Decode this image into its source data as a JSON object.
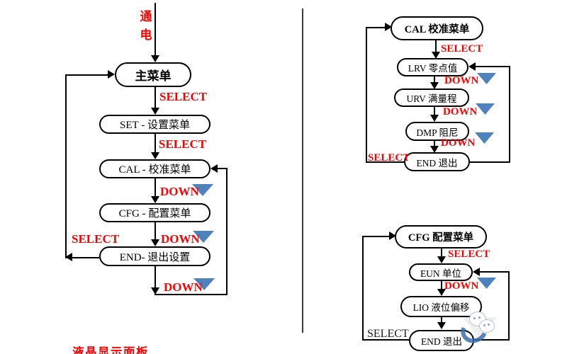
{
  "colors": {
    "accent_red": "#ff0000",
    "line_black": "#000000",
    "triangle_blue": "#4f81bd",
    "divider_gray": "#3b3b3b",
    "select_dark": "#1c1c28"
  },
  "left_chart": {
    "power_on_label": "通电",
    "nodes": {
      "main": "主菜单",
      "set": "SET - 设置菜单",
      "cal": "CAL - 校准菜单",
      "cfg": "CFG - 配置菜单",
      "end": "END- 退出设置"
    },
    "labels": {
      "select_to_set": "SELECT",
      "select_to_cal": "SELECT",
      "down_to_cfg": "DOWN",
      "select_back_to_main": "SELECT",
      "down_to_end": "DOWN",
      "down_after_end": "DOWN"
    }
  },
  "cal_chart": {
    "nodes": {
      "title": "CAL  校准菜单",
      "lrv": "LRV 零点值",
      "urv": "URV 满量程",
      "dmp": "DMP 阻尼",
      "end": "END 退出"
    },
    "labels": {
      "select_enter": "SELECT",
      "down_after_lrv": "DOWN",
      "down_after_urv": "DOWN",
      "down_after_dmp": "DOWN",
      "select_back": "SELECT"
    }
  },
  "cfg_chart": {
    "nodes": {
      "title": "CFG  配置菜单",
      "eun": "EUN 单位",
      "lio": "LIO 液位偏移",
      "end": "END 退出"
    },
    "labels": {
      "select_enter": "SELECT",
      "down_after_eun": "DOWN",
      "select_back": "SELECT"
    }
  },
  "caption_partial": "液晶显示面板"
}
